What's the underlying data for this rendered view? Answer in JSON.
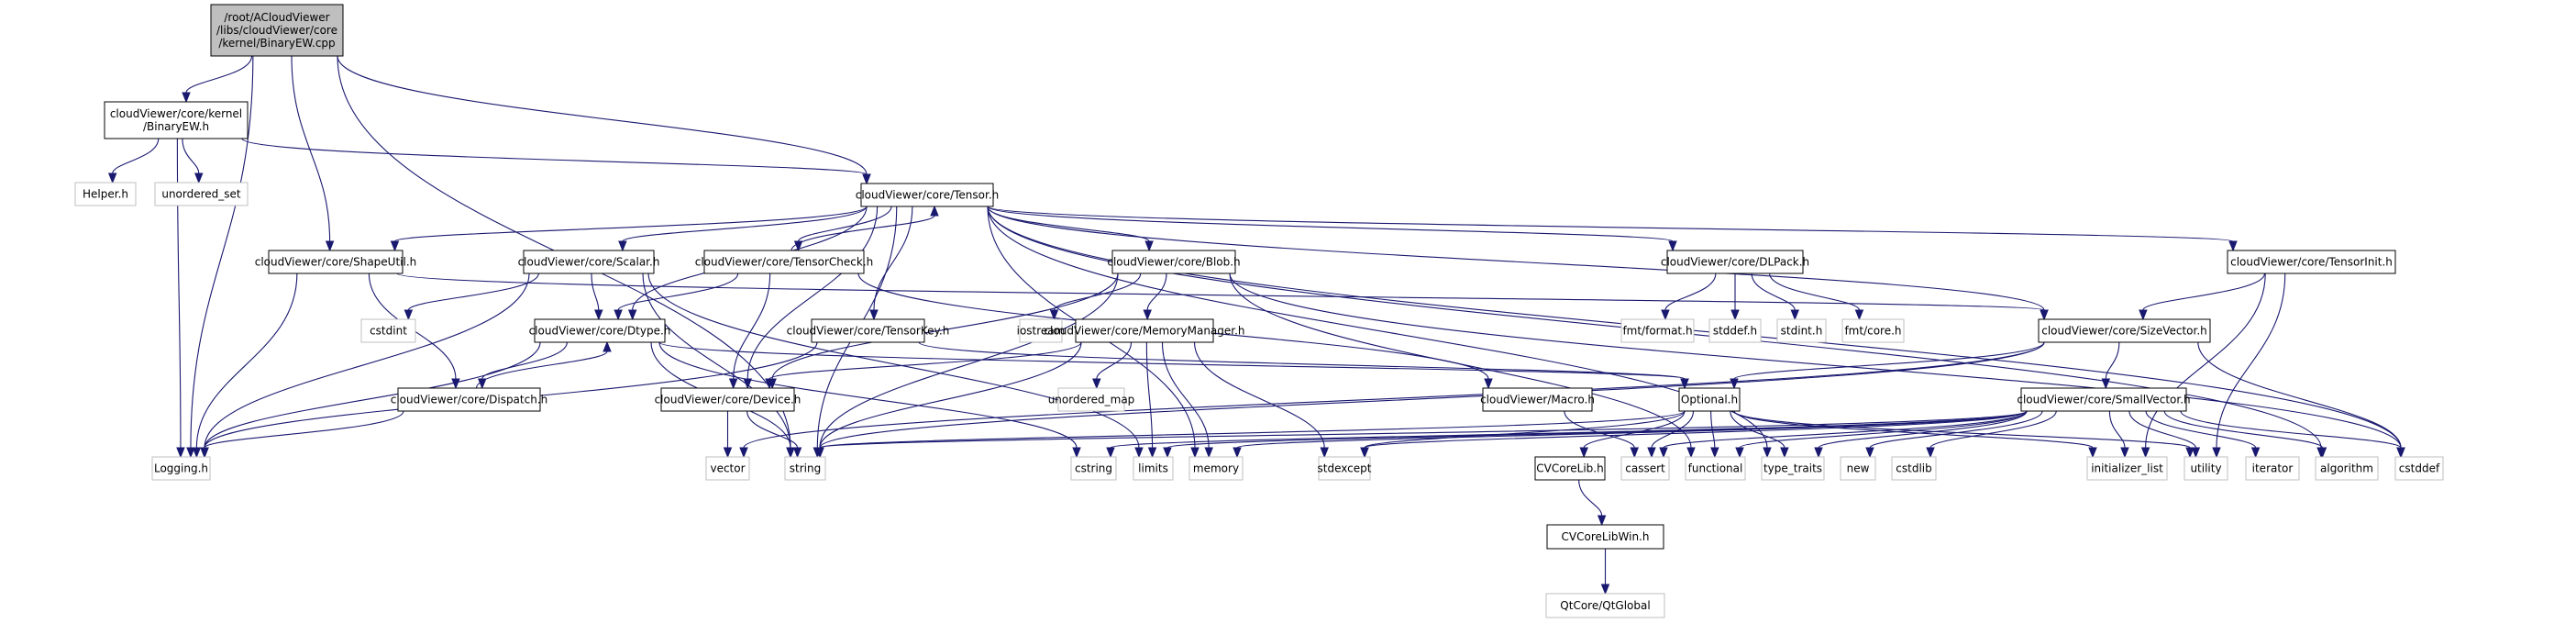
{
  "title": "Include dependency graph for BinaryEW.cpp",
  "colors": {
    "edge": "#191970",
    "root_fill": "#bfbfbf",
    "local_border": "#000000",
    "system_border": "#bfbfbf"
  },
  "nodes": [
    {
      "id": "root",
      "kind": "root",
      "lines": [
        "/root/ACloudViewer",
        "/libs/cloudViewer/core",
        "/kernel/BinaryEW.cpp"
      ]
    },
    {
      "id": "binaryew_h",
      "kind": "local",
      "lines": [
        "cloudViewer/core/kernel",
        "/BinaryEW.h"
      ]
    },
    {
      "id": "helper_h",
      "kind": "sys",
      "lines": [
        "Helper.h"
      ]
    },
    {
      "id": "unordered_set",
      "kind": "sys",
      "lines": [
        "unordered_set"
      ]
    },
    {
      "id": "tensor_h",
      "kind": "local",
      "lines": [
        "cloudViewer/core/Tensor.h"
      ]
    },
    {
      "id": "shapeutil_h",
      "kind": "local",
      "lines": [
        "cloudViewer/core/ShapeUtil.h"
      ]
    },
    {
      "id": "scalar_h",
      "kind": "local",
      "lines": [
        "cloudViewer/core/Scalar.h"
      ]
    },
    {
      "id": "tensorcheck_h",
      "kind": "local",
      "lines": [
        "cloudViewer/core/TensorCheck.h"
      ]
    },
    {
      "id": "blob_h",
      "kind": "local",
      "lines": [
        "cloudViewer/core/Blob.h"
      ]
    },
    {
      "id": "dlpack_h",
      "kind": "local",
      "lines": [
        "cloudViewer/core/DLPack.h"
      ]
    },
    {
      "id": "tensorinit_h",
      "kind": "local",
      "lines": [
        "cloudViewer/core/TensorInit.h"
      ]
    },
    {
      "id": "cstdint",
      "kind": "sys",
      "lines": [
        "cstdint"
      ]
    },
    {
      "id": "dtype_h",
      "kind": "local",
      "lines": [
        "cloudViewer/core/Dtype.h"
      ]
    },
    {
      "id": "tensorkey_h",
      "kind": "local",
      "lines": [
        "cloudViewer/core/TensorKey.h"
      ]
    },
    {
      "id": "iostream",
      "kind": "sys",
      "lines": [
        "iostream"
      ]
    },
    {
      "id": "memorymanager_h",
      "kind": "local",
      "lines": [
        "cloudViewer/core/MemoryManager.h"
      ]
    },
    {
      "id": "fmt_format_h",
      "kind": "sys",
      "lines": [
        "fmt/format.h"
      ]
    },
    {
      "id": "stddef_h",
      "kind": "sys",
      "lines": [
        "stddef.h"
      ]
    },
    {
      "id": "stdint_h",
      "kind": "sys",
      "lines": [
        "stdint.h"
      ]
    },
    {
      "id": "fmt_core_h",
      "kind": "sys",
      "lines": [
        "fmt/core.h"
      ]
    },
    {
      "id": "sizevector_h",
      "kind": "local",
      "lines": [
        "cloudViewer/core/SizeVector.h"
      ]
    },
    {
      "id": "dispatch_h",
      "kind": "local",
      "lines": [
        "cloudViewer/core/Dispatch.h"
      ]
    },
    {
      "id": "device_h",
      "kind": "local",
      "lines": [
        "cloudViewer/core/Device.h"
      ]
    },
    {
      "id": "unordered_map",
      "kind": "sys",
      "lines": [
        "unordered_map"
      ]
    },
    {
      "id": "macro_h",
      "kind": "local",
      "lines": [
        "cloudViewer/Macro.h"
      ]
    },
    {
      "id": "optional_h",
      "kind": "local",
      "lines": [
        "Optional.h"
      ]
    },
    {
      "id": "smallvector_h",
      "kind": "local",
      "lines": [
        "cloudViewer/core/SmallVector.h"
      ]
    },
    {
      "id": "logging_h",
      "kind": "sys",
      "lines": [
        "Logging.h"
      ]
    },
    {
      "id": "vector",
      "kind": "sys",
      "lines": [
        "vector"
      ]
    },
    {
      "id": "string",
      "kind": "sys",
      "lines": [
        "string"
      ]
    },
    {
      "id": "cstring",
      "kind": "sys",
      "lines": [
        "cstring"
      ]
    },
    {
      "id": "limits",
      "kind": "sys",
      "lines": [
        "limits"
      ]
    },
    {
      "id": "memory",
      "kind": "sys",
      "lines": [
        "memory"
      ]
    },
    {
      "id": "stdexcept",
      "kind": "sys",
      "lines": [
        "stdexcept"
      ]
    },
    {
      "id": "cvcorelib_h",
      "kind": "local",
      "lines": [
        "CVCoreLib.h"
      ]
    },
    {
      "id": "cassert",
      "kind": "sys",
      "lines": [
        "cassert"
      ]
    },
    {
      "id": "functional",
      "kind": "sys",
      "lines": [
        "functional"
      ]
    },
    {
      "id": "type_traits",
      "kind": "sys",
      "lines": [
        "type_traits"
      ]
    },
    {
      "id": "new",
      "kind": "sys",
      "lines": [
        "new"
      ]
    },
    {
      "id": "cstdlib",
      "kind": "sys",
      "lines": [
        "cstdlib"
      ]
    },
    {
      "id": "initializer_list",
      "kind": "sys",
      "lines": [
        "initializer_list"
      ]
    },
    {
      "id": "utility",
      "kind": "sys",
      "lines": [
        "utility"
      ]
    },
    {
      "id": "iterator",
      "kind": "sys",
      "lines": [
        "iterator"
      ]
    },
    {
      "id": "algorithm",
      "kind": "sys",
      "lines": [
        "algorithm"
      ]
    },
    {
      "id": "cstddef",
      "kind": "sys",
      "lines": [
        "cstddef"
      ]
    },
    {
      "id": "cvcorelibwin_h",
      "kind": "local",
      "lines": [
        "CVCoreLibWin.h"
      ]
    },
    {
      "id": "qtglobal",
      "kind": "sys",
      "lines": [
        "QtCore/QtGlobal"
      ]
    }
  ],
  "edges": [
    [
      "root",
      "binaryew_h"
    ],
    [
      "root",
      "tensor_h"
    ],
    [
      "root",
      "shapeutil_h"
    ],
    [
      "root",
      "logging_h"
    ],
    [
      "root",
      "string"
    ],
    [
      "binaryew_h",
      "helper_h"
    ],
    [
      "binaryew_h",
      "unordered_set"
    ],
    [
      "binaryew_h",
      "tensor_h"
    ],
    [
      "binaryew_h",
      "logging_h"
    ],
    [
      "tensor_h",
      "shapeutil_h"
    ],
    [
      "tensor_h",
      "scalar_h"
    ],
    [
      "tensor_h",
      "tensorcheck_h"
    ],
    [
      "tensor_h",
      "blob_h"
    ],
    [
      "tensor_h",
      "dlpack_h"
    ],
    [
      "tensor_h",
      "tensorinit_h"
    ],
    [
      "tensor_h",
      "dtype_h"
    ],
    [
      "tensor_h",
      "tensorkey_h"
    ],
    [
      "tensor_h",
      "sizevector_h"
    ],
    [
      "tensor_h",
      "device_h"
    ],
    [
      "tensor_h",
      "memory"
    ],
    [
      "tensor_h",
      "algorithm"
    ],
    [
      "tensor_h",
      "cstddef"
    ],
    [
      "tensor_h",
      "type_traits"
    ],
    [
      "tensor_h",
      "string"
    ],
    [
      "shapeutil_h",
      "logging_h"
    ],
    [
      "shapeutil_h",
      "dispatch_h"
    ],
    [
      "shapeutil_h",
      "sizevector_h"
    ],
    [
      "scalar_h",
      "cstdint"
    ],
    [
      "scalar_h",
      "dtype_h"
    ],
    [
      "scalar_h",
      "logging_h"
    ],
    [
      "scalar_h",
      "limits"
    ],
    [
      "scalar_h",
      "string"
    ],
    [
      "tensorcheck_h",
      "tensor_h"
    ],
    [
      "tensorcheck_h",
      "dtype_h"
    ],
    [
      "tensorcheck_h",
      "device_h"
    ],
    [
      "tensorcheck_h",
      "macro_h"
    ],
    [
      "blob_h",
      "iostream"
    ],
    [
      "blob_h",
      "memorymanager_h"
    ],
    [
      "blob_h",
      "device_h"
    ],
    [
      "blob_h",
      "string"
    ],
    [
      "blob_h",
      "functional"
    ],
    [
      "blob_h",
      "cstddef"
    ],
    [
      "dlpack_h",
      "fmt_format_h"
    ],
    [
      "dlpack_h",
      "stddef_h"
    ],
    [
      "dlpack_h",
      "stdint_h"
    ],
    [
      "dlpack_h",
      "fmt_core_h"
    ],
    [
      "tensorinit_h",
      "sizevector_h"
    ],
    [
      "tensorinit_h",
      "initializer_list"
    ],
    [
      "tensorinit_h",
      "utility"
    ],
    [
      "dtype_h",
      "dispatch_h"
    ],
    [
      "dtype_h",
      "logging_h"
    ],
    [
      "dtype_h",
      "string"
    ],
    [
      "dtype_h",
      "cstring"
    ],
    [
      "dtype_h",
      "optional_h"
    ],
    [
      "dispatch_h",
      "dtype_h"
    ],
    [
      "dispatch_h",
      "logging_h"
    ],
    [
      "tensorkey_h",
      "logging_h"
    ],
    [
      "tensorkey_h",
      "optional_h"
    ],
    [
      "memorymanager_h",
      "device_h"
    ],
    [
      "memorymanager_h",
      "unordered_map"
    ],
    [
      "memorymanager_h",
      "memory"
    ],
    [
      "memorymanager_h",
      "stdexcept"
    ],
    [
      "memorymanager_h",
      "string"
    ],
    [
      "memorymanager_h",
      "limits"
    ],
    [
      "device_h",
      "vector"
    ],
    [
      "device_h",
      "string"
    ],
    [
      "macro_h",
      "cassert"
    ],
    [
      "sizevector_h",
      "smallvector_h"
    ],
    [
      "sizevector_h",
      "optional_h"
    ],
    [
      "sizevector_h",
      "cstddef"
    ],
    [
      "sizevector_h",
      "string"
    ],
    [
      "sizevector_h",
      "vector"
    ],
    [
      "optional_h",
      "cvcorelib_h"
    ],
    [
      "optional_h",
      "cassert"
    ],
    [
      "optional_h",
      "functional"
    ],
    [
      "optional_h",
      "type_traits"
    ],
    [
      "optional_h",
      "initializer_list"
    ],
    [
      "optional_h",
      "utility"
    ],
    [
      "optional_h",
      "stdexcept"
    ],
    [
      "optional_h",
      "string"
    ],
    [
      "smallvector_h",
      "new"
    ],
    [
      "smallvector_h",
      "cstdlib"
    ],
    [
      "smallvector_h",
      "initializer_list"
    ],
    [
      "smallvector_h",
      "utility"
    ],
    [
      "smallvector_h",
      "iterator"
    ],
    [
      "smallvector_h",
      "algorithm"
    ],
    [
      "smallvector_h",
      "cstddef"
    ],
    [
      "smallvector_h",
      "type_traits"
    ],
    [
      "smallvector_h",
      "functional"
    ],
    [
      "smallvector_h",
      "cassert"
    ],
    [
      "smallvector_h",
      "cstring"
    ],
    [
      "smallvector_h",
      "limits"
    ],
    [
      "smallvector_h",
      "memory"
    ],
    [
      "smallvector_h",
      "string"
    ],
    [
      "smallvector_h",
      "stdexcept"
    ],
    [
      "cvcorelib_h",
      "cvcorelibwin_h"
    ],
    [
      "cvcorelibwin_h",
      "qtglobal"
    ]
  ]
}
